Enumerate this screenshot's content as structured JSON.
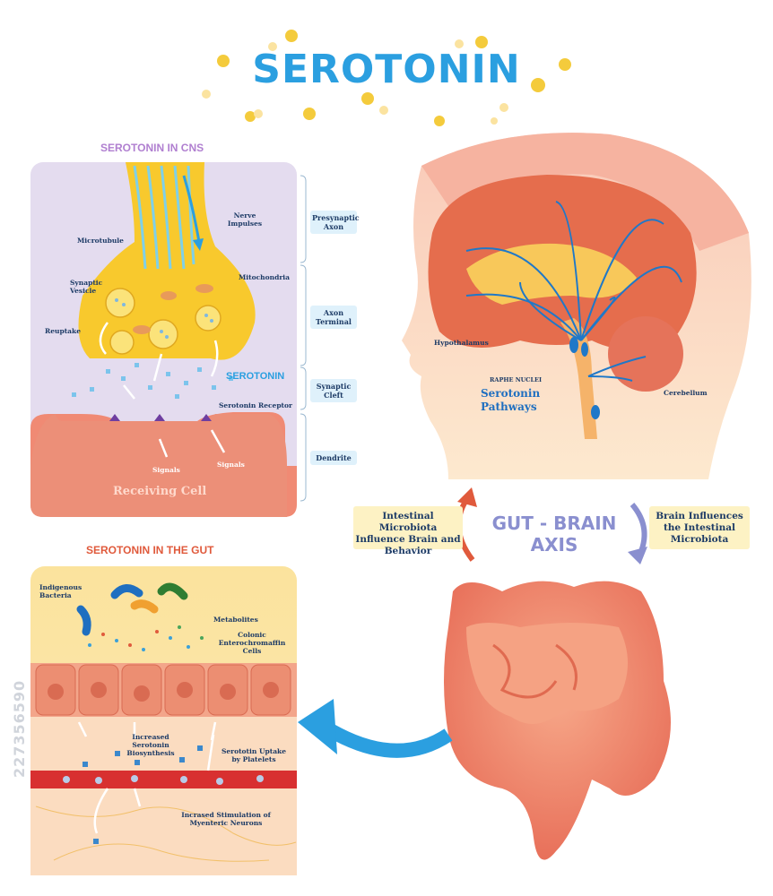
{
  "title": "SEROTONIN",
  "cns": {
    "title": "SEROTONIN IN CNS",
    "labels": {
      "nerve_impulses": "Nerve Impulses",
      "microtubule": "Microtubule",
      "synaptic_vesicle": "Synaptic Vesicle",
      "mitochondria": "Mitochondria",
      "reuptake": "Reuptake",
      "serotonin": "SEROTONIN",
      "serotonin_receptor": "Serotonin Receptor",
      "signals_left": "Signals",
      "signals_right": "Signals",
      "receiving_cell": "Receiving Cell"
    },
    "regions": {
      "presynaptic_axon": "Presynaptic Axon",
      "axon_terminal": "Axon Terminal",
      "synaptic_cleft": "Synaptic Cleft",
      "dendrite": "Dendrite"
    }
  },
  "brain": {
    "hypothalamus": "Hypothalamus",
    "raphe_nuclei": "RAPHE NUCLEI",
    "pathways": "Serotonin Pathways",
    "cerebellum": "Cerebellum"
  },
  "axis": {
    "title_line1": "GUT - BRAIN",
    "title_line2": "AXIS",
    "left_text": "Intestinal Microbiota Influence Brain and Behavior",
    "right_text": "Brain Influences the Intestinal Microbiota"
  },
  "gut": {
    "title": "SEROTONIN IN THE GUT",
    "labels": {
      "indigenous_bacteria": "Indigenous Bacteria",
      "metabolites": "Metabolites",
      "colonic_cells": "Colonic Enterochromaffin Cells",
      "increased_biosynthesis": "Increased Serotonin Biosynthesis",
      "uptake": "Serototin Uptake by Platelets",
      "stimulation": "Incrased Stimulation of Myenteric Neurons"
    }
  },
  "watermark": "227356590",
  "colors": {
    "title": "#2b9fe0",
    "cns_title": "#b07fd0",
    "gut_title": "#e05a3c",
    "axis": "#8a8fcf",
    "text": "#1d3b66"
  }
}
